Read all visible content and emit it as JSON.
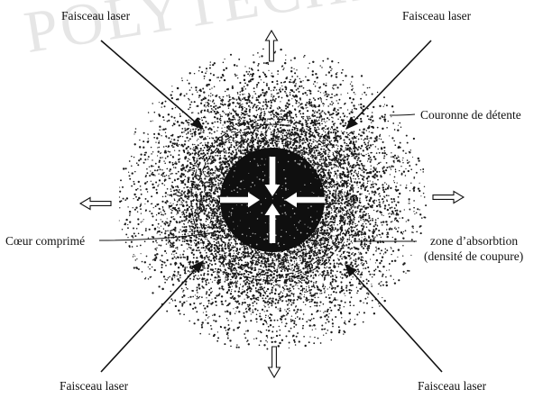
{
  "watermark": "POLYTECHNIQUE",
  "labels": {
    "laser_beam_top_left": "Faisceau laser",
    "laser_beam_top_right": "Faisceau laser",
    "laser_beam_bottom_left": "Faisceau laser",
    "laser_beam_bottom_right": "Faisceau laser",
    "corona": "Couronne de détente",
    "core": "Cœur comprimé",
    "absorption_zone_line1": "zone d’absorbtion",
    "absorption_zone_line2": "(densité de coupure)"
  }
}
